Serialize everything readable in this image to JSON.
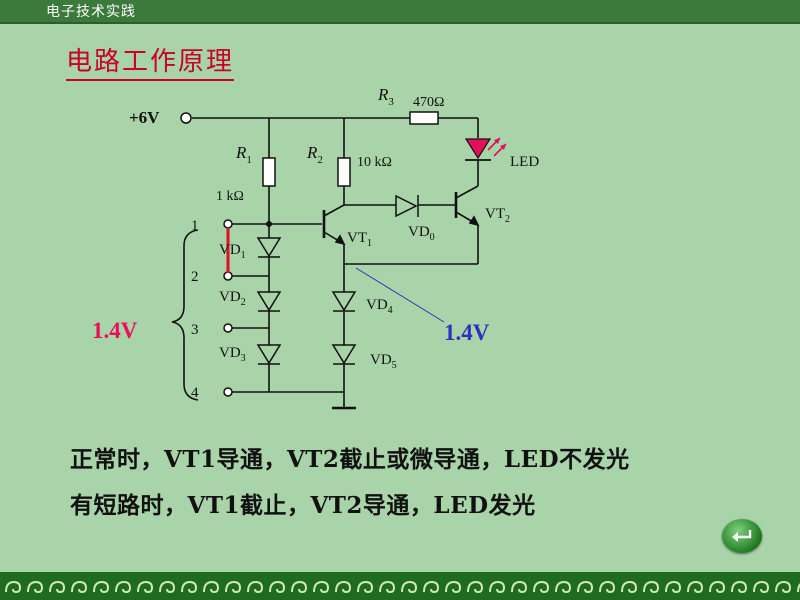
{
  "header": {
    "course_title": "电子技术实践"
  },
  "slide": {
    "title": "电路工作原理"
  },
  "circuit": {
    "supply": "+6V",
    "r3": {
      "name": "R",
      "sub": "3",
      "value": "470Ω"
    },
    "r1": {
      "name": "R",
      "sub": "1",
      "value": "1 kΩ"
    },
    "r2": {
      "name": "R",
      "sub": "2",
      "value": "10 kΩ"
    },
    "led": "LED",
    "vt1": {
      "name": "VT",
      "sub": "1"
    },
    "vt2": {
      "name": "VT",
      "sub": "2"
    },
    "vd0": {
      "name": "VD",
      "sub": "0"
    },
    "vd1": {
      "name": "VD",
      "sub": "1"
    },
    "vd2": {
      "name": "VD",
      "sub": "2"
    },
    "vd3": {
      "name": "VD",
      "sub": "3"
    },
    "vd4": {
      "name": "VD",
      "sub": "4"
    },
    "vd5": {
      "name": "VD",
      "sub": "5"
    },
    "terminals": [
      "1",
      "2",
      "3",
      "4"
    ],
    "voltage_left": "1.4V",
    "voltage_right": "1.4V",
    "colors": {
      "left_voltage": "#e8105a",
      "right_voltage": "#3030c0",
      "short_wire": "#e01020",
      "led_body": "#e0105a"
    }
  },
  "text": {
    "line1": "正常时，VT1导通，VT2截止或微导通，LED不发光",
    "line2": "有短路时，VT1截止，VT2导通，LED发光"
  },
  "nav": {
    "back_icon": "return-arrow-icon"
  }
}
